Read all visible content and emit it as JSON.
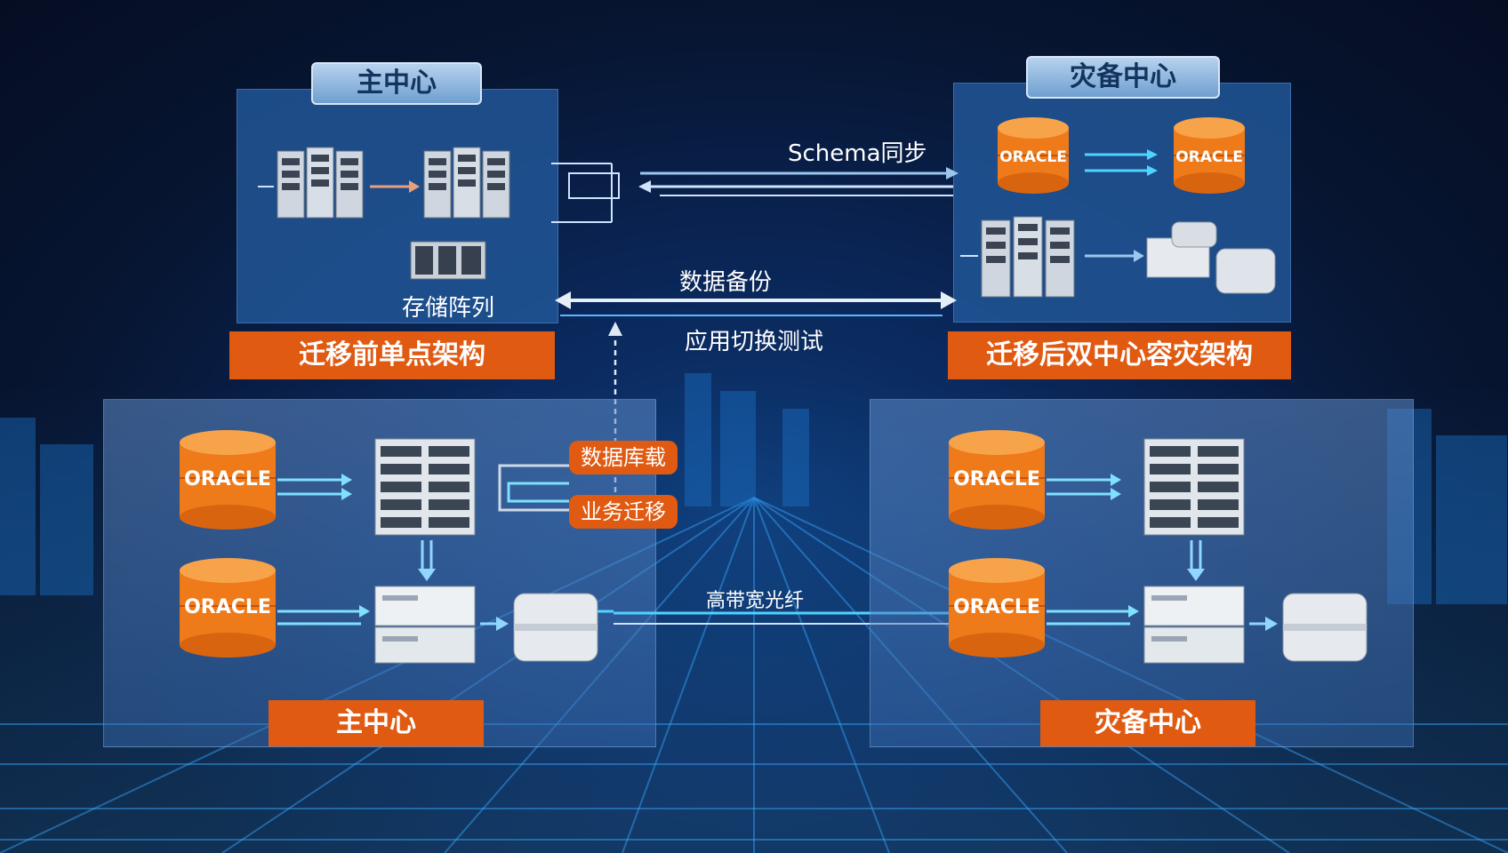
{
  "top_left": {
    "header": "主中心",
    "storage_label": "存储阵列",
    "caption": "迁移前单点架构"
  },
  "top_right": {
    "header": "灾备中心",
    "oracle_logo": "ORACLE",
    "caption": "迁移后双中心容灾架构"
  },
  "links": {
    "schema_sync": "Schema同步",
    "data_backup": "数据备份",
    "switch_test": "应用切换测试",
    "fiber": "高带宽光纤"
  },
  "bottom_left": {
    "caption": "主中心",
    "oracle_logo": "ORACLE",
    "pill_db_load": "数据库载",
    "pill_migrate": "业务迁移"
  },
  "bottom_right": {
    "caption": "灾备中心",
    "oracle_logo": "ORACLE"
  },
  "colors": {
    "orange": "#e05a12",
    "panel_blue": "#2156a0",
    "arrow_cyan": "#4fd3ff"
  },
  "icons": [
    "server-rack-icon",
    "storage-array-icon",
    "oracle-db-icon",
    "blade-server-icon",
    "appliance-icon",
    "arrow-icon"
  ]
}
